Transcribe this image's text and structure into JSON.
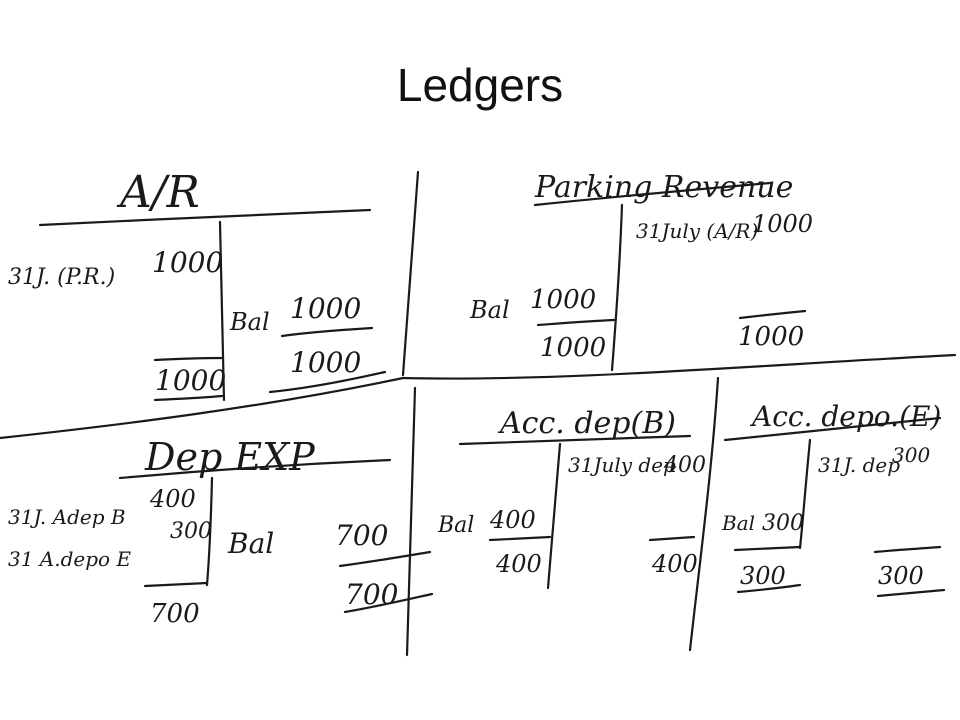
{
  "title": "Ledgers",
  "ink_color": "#1a1a1a",
  "ledgers": {
    "ar": {
      "name": "A/R",
      "debit": [
        {
          "label": "31J. (P.R.)",
          "amount": "1000"
        }
      ],
      "credit": [
        {
          "label": "Bal",
          "amount": "1000"
        }
      ],
      "debit_total": "1000",
      "credit_total": "1000"
    },
    "parking_revenue": {
      "name": "Parking Revenue",
      "debit": [
        {
          "label": "Bal",
          "amount": "1000"
        }
      ],
      "credit": [
        {
          "label": "31July (A/R)",
          "amount": "1000"
        }
      ],
      "debit_total": "1000",
      "credit_total": "1000"
    },
    "dep_exp": {
      "name": "Dep EXP",
      "debit": [
        {
          "label": "31J. Adep B",
          "amount": "400"
        },
        {
          "label": "31 A.depo E",
          "amount": "300"
        }
      ],
      "credit": [
        {
          "label": "Bal",
          "amount": "700"
        }
      ],
      "debit_total": "700",
      "credit_total": "700"
    },
    "acc_dep_b": {
      "name": "Acc. dep(B)",
      "debit": [
        {
          "label": "Bal",
          "amount": "400"
        }
      ],
      "credit": [
        {
          "label": "31July dep",
          "amount": "400"
        }
      ],
      "debit_total": "400",
      "credit_total": "400"
    },
    "acc_dep_e": {
      "name": "Acc. depo.(E)",
      "debit": [
        {
          "label": "Bal",
          "amount": "300"
        }
      ],
      "credit": [
        {
          "label": "31J. dep",
          "amount": "300"
        }
      ],
      "debit_total": "300",
      "credit_total": "300"
    }
  }
}
